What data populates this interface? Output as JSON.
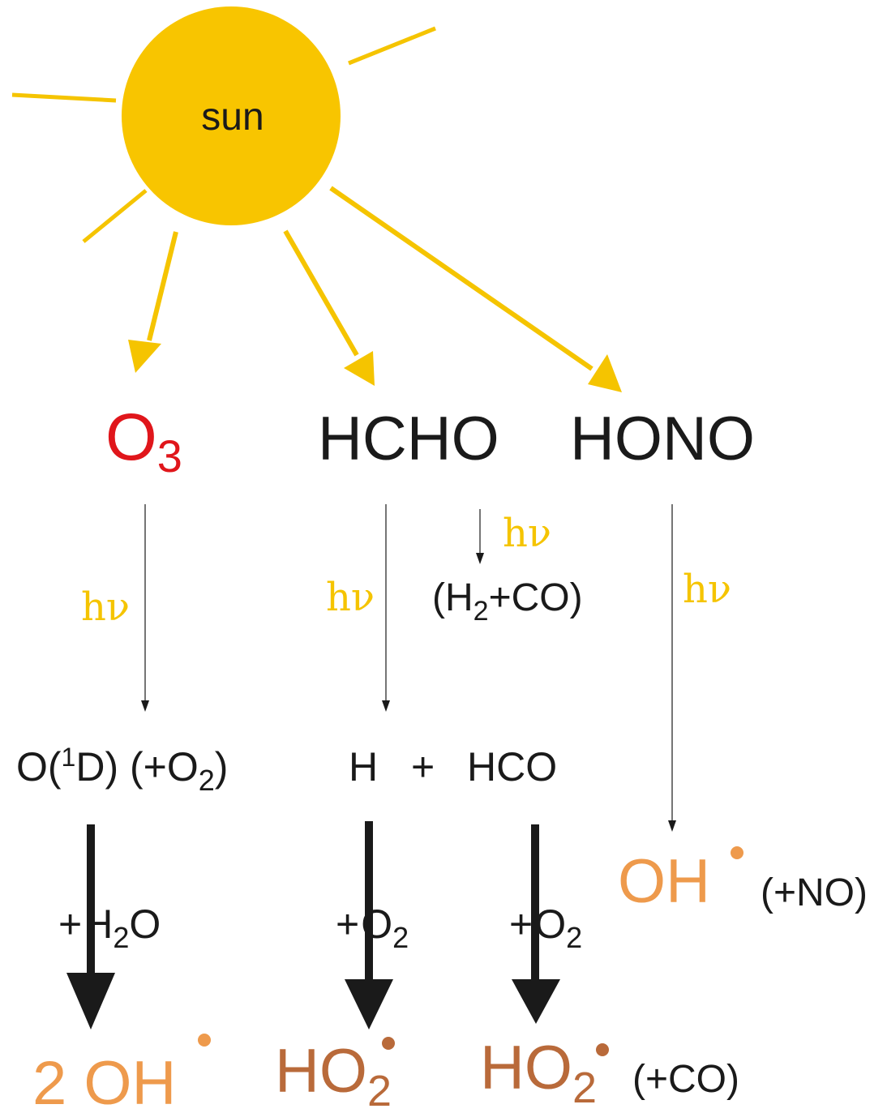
{
  "colors": {
    "sun": "#F8C500",
    "ray": "#F5C400",
    "ozone": "#E0161B",
    "black": "#1A1A1A",
    "oh": "#EE9A4C",
    "ho2": "#B96A3A"
  },
  "sun": {
    "label": "sun"
  },
  "species": {
    "o3": {
      "main": "O",
      "sub": "3"
    },
    "hcho": "HCHO",
    "hono": "HONO"
  },
  "photolysis": {
    "o3": "hν",
    "hcho_radical": "hν",
    "hcho_molecular": "hν",
    "hono": "hν"
  },
  "molecular_products": {
    "open": "(H",
    "sub": "2",
    "rest": "+CO)"
  },
  "intermediates": {
    "o1d": {
      "a": "O(",
      "sup": "1",
      "b": "D) (+O",
      "sub": "2",
      "c": ")"
    },
    "h": "H",
    "plus": "+",
    "hco": "HCO"
  },
  "reactants": {
    "h2o": {
      "plus": "+",
      "a": "H",
      "sub": "2",
      "b": "O"
    },
    "o2_h": {
      "plus": "+",
      "a": "O",
      "sub": "2"
    },
    "o2_hco": {
      "plus": "+",
      "a": "O",
      "sub": "2"
    }
  },
  "products": {
    "two_oh": "2 OH",
    "ho2_h": {
      "a": "HO",
      "sub": "2"
    },
    "ho2_hco": {
      "a": "HO",
      "sub": "2"
    },
    "co_note": "(+CO)",
    "oh_hono": "OH",
    "no_note": "(+NO)"
  }
}
